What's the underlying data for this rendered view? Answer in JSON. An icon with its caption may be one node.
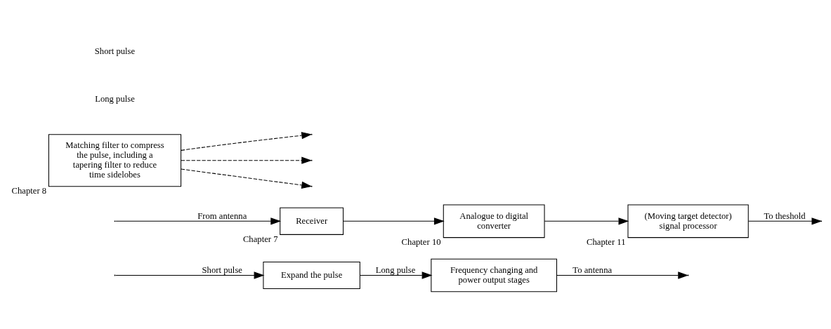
{
  "diagram": {
    "nodes": [
      {
        "text": [
          "Expand the pulse"
        ]
      },
      {
        "text": [
          "Frequency changing and power output stages"
        ]
      },
      {
        "text": [
          "Receiver"
        ],
        "beside": [
          "Chapter 7"
        ]
      },
      {
        "text": [
          "Analogue to digital converter"
        ],
        "beside": [
          "Chapter 10"
        ]
      },
      {
        "text": [
          "(Moving target detector) signal processor"
        ],
        "beside": [
          "Chapter 11"
        ]
      },
      {
        "text": [
          "Matching filter to compress the pulse, including a tapering filter to reduce time sidelobes"
        ],
        "beside": [
          "Chapter 8"
        ]
      }
    ],
    "edges": [
      {
        "from": null,
        "to": 0,
        "arrow": "to",
        "label": "Short pulse"
      },
      {
        "from": 0,
        "to": 1,
        "arrow": "to",
        "label": "Long pulse"
      },
      {
        "from": 1,
        "to": null,
        "arrow": "to",
        "label": "To antenna"
      },
      {
        "from": null,
        "to": 2,
        "arrow": "to",
        "label": "From antenna"
      },
      {
        "from": 2,
        "to": 3,
        "arrow": "to"
      },
      {
        "from": 3,
        "to": 4,
        "arrow": "to"
      },
      {
        "from": 4,
        "to": null,
        "arrow": "to",
        "label": "To theshold"
      },
      {
        "from": 5,
        "to": null,
        "arrow": "to",
        "style": "dashed"
      },
      {
        "from": 5,
        "to": null,
        "arrow": "to",
        "style": "dashed"
      },
      {
        "from": 5,
        "to": null,
        "arrow": "to",
        "style": "dashed"
      }
    ],
    "labels": [
      "Long pulse",
      "Short pulse"
    ]
  }
}
